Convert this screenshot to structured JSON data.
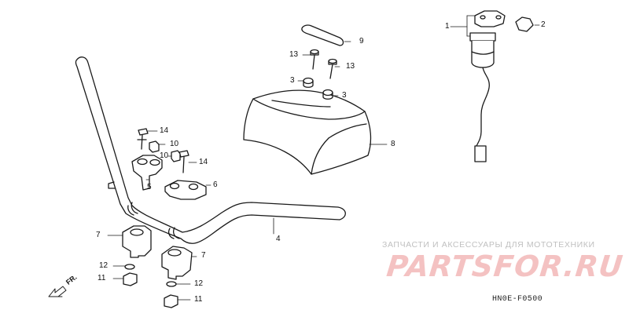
{
  "callouts": {
    "c1": "1",
    "c2": "2",
    "c3a": "3",
    "c3b": "3",
    "c4": "4",
    "c5": "5",
    "c6": "6",
    "c7a": "7",
    "c7b": "7",
    "c8": "8",
    "c9": "9",
    "c10a": "10",
    "c10b": "10",
    "c11a": "11",
    "c11b": "11",
    "c12a": "12",
    "c12b": "12",
    "c13a": "13",
    "c13b": "13",
    "c14a": "14",
    "c14b": "14"
  },
  "direction_label": "FR.",
  "watermark": {
    "tagline": "ЗАПЧАСТИ И АКСЕССУАРЫ ДЛЯ МОТОТЕХНИКИ",
    "logo_text": "PARTSFOR.RU"
  },
  "drawing_code": "HN0E-F0500",
  "colors": {
    "line": "#1a1a1a",
    "watermark_logo": "#f4c2c2",
    "watermark_text": "#c0c0c0"
  }
}
